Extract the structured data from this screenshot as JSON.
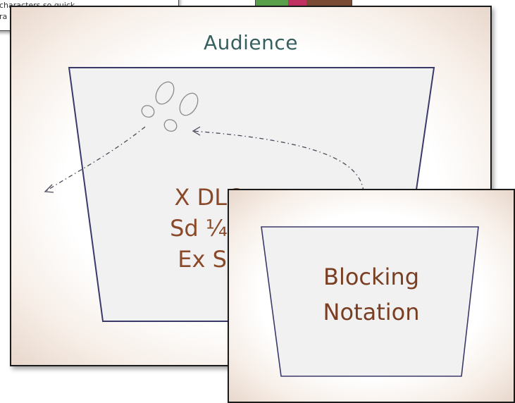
{
  "back_card": {
    "line1": "characters so quick",
    "line2": "ra"
  },
  "main_slide": {
    "audience_label": "Audience",
    "blocking_lines": [
      "X DLC",
      "Sd ¼ L",
      "Ex SL"
    ]
  },
  "front_slide": {
    "title_line1": "Blocking",
    "title_line2": "Notation"
  },
  "colors": {
    "audience_text": "#35605f",
    "notation_text": "#8a4a2a",
    "stage_fill": "#f1f1f1",
    "stage_outline": "#3a3a6a"
  }
}
